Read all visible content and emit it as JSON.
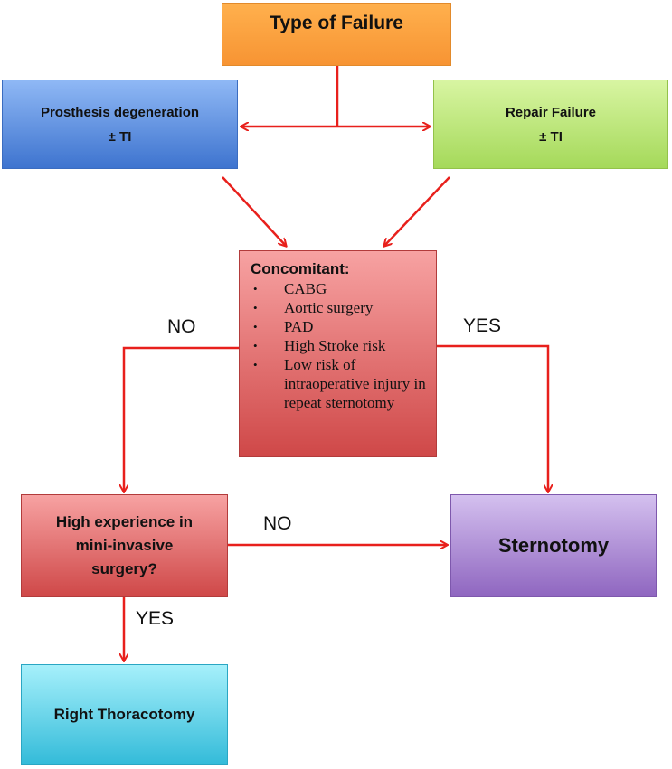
{
  "nodes": {
    "type_of_failure": "Type of Failure",
    "prosthesis": {
      "line1": "Prosthesis degeneration",
      "line2": "± TI"
    },
    "repair": {
      "line1": "Repair Failure",
      "line2": "± TI"
    },
    "concomitant": {
      "title": "Concomitant:",
      "items": [
        "CABG",
        "Aortic surgery",
        "PAD",
        "High Stroke risk",
        "Low risk of intraoperative injury in repeat sternotomy"
      ]
    },
    "experience": {
      "line1": "High experience in",
      "line2": "mini-invasive",
      "line3": "surgery?"
    },
    "sternotomy": "Sternotomy",
    "thoracotomy": "Right Thoracotomy"
  },
  "edge_labels": {
    "concomitant_no": "NO",
    "concomitant_yes": "YES",
    "experience_no": "NO",
    "experience_yes": "YES"
  },
  "colors": {
    "arrow": "#e8201c",
    "type_of_failure": "#f79433",
    "prosthesis": "#3e74cf",
    "repair": "#a5d95a",
    "concomitant": "#cf4848",
    "experience": "#cf4848",
    "sternotomy": "#8f66c0",
    "thoracotomy": "#33bbd9"
  }
}
